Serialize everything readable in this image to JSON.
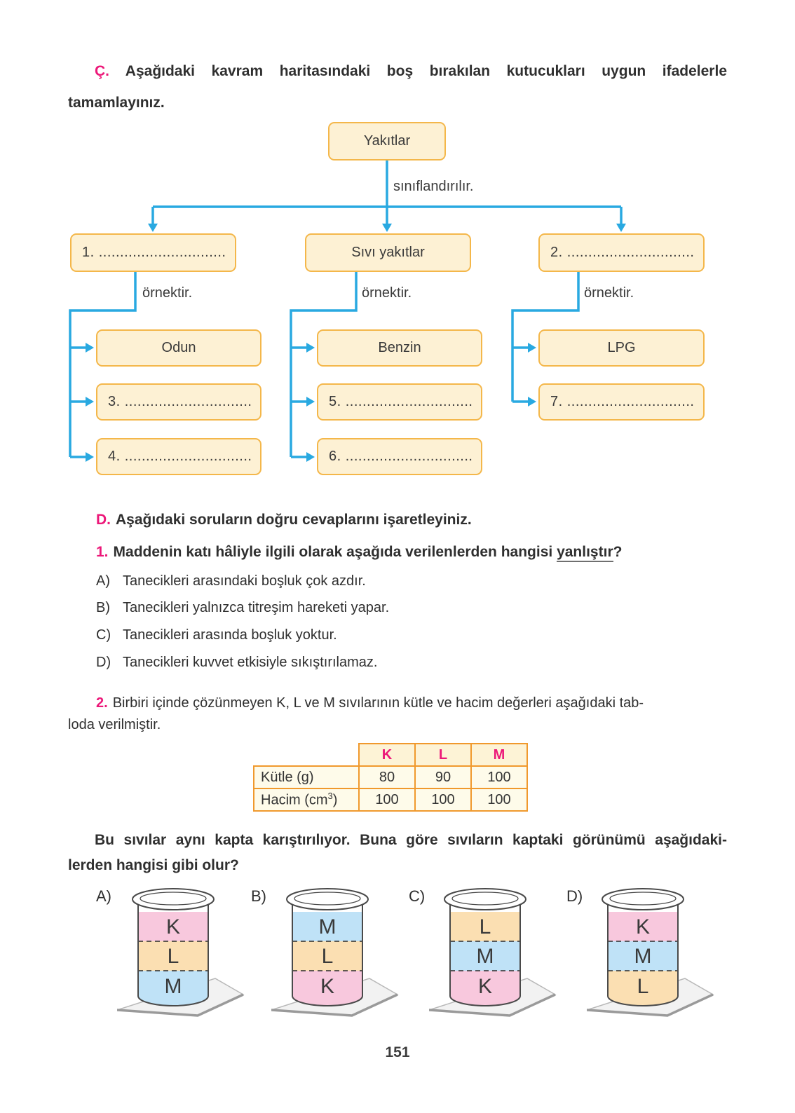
{
  "page": {
    "number": "151"
  },
  "colors": {
    "accent_blue": "#29a9e1",
    "magenta": "#ec1879",
    "box_fill": "#fdf1d4",
    "box_border": "#f4b74a",
    "table_border": "#f0992d",
    "liquid_K": "#f8c8dd",
    "liquid_L": "#fbdfb2",
    "liquid_M": "#bfe2f7"
  },
  "section_c": {
    "label": "Ç.",
    "title_line1": "Aşağıdaki kavram haritasındaki boş bırakılan kutucukları uygun ifadelerle",
    "title_line2": "tamamlayınız.",
    "concept_map": {
      "root": "Yakıtlar",
      "root_edge_label": "sınıflandırılır.",
      "example_edge_label": "örnektir.",
      "branches": [
        {
          "title": "1. ..............................",
          "children": [
            "Odun",
            "3. ..............................",
            "4. .............................."
          ]
        },
        {
          "title": "Sıvı yakıtlar",
          "children": [
            "Benzin",
            "5. ..............................",
            "6. .............................."
          ]
        },
        {
          "title": "2. ..............................",
          "children": [
            "LPG",
            "7. .............................."
          ]
        }
      ]
    }
  },
  "section_d": {
    "label": "D.",
    "heading": "Aşağıdaki soruların doğru cevaplarını işaretleyiniz.",
    "q1": {
      "number": "1.",
      "text_before": "Maddenin katı hâliyle ilgili olarak aşağıda verilenlerden hangisi",
      "underlined": "yanlıştır",
      "text_after": "?",
      "options": [
        {
          "letter": "A)",
          "text": "Tanecikleri arasındaki boşluk çok azdır."
        },
        {
          "letter": "B)",
          "text": "Tanecikleri yalnızca titreşim hareketi yapar."
        },
        {
          "letter": "C)",
          "text": "Tanecikleri arasında boşluk yoktur."
        },
        {
          "letter": "D)",
          "text": "Tanecikleri kuvvet etkisiyle sıkıştırılamaz."
        }
      ]
    },
    "q2": {
      "number": "2.",
      "intro_line1": "Birbiri içinde çözünmeyen K, L ve M sıvılarının kütle ve hacim değerleri aşağıdaki tab-",
      "intro_line2": "loda verilmiştir.",
      "table": {
        "col_headers": [
          "K",
          "L",
          "M"
        ],
        "row1": {
          "header": "Kütle (g)",
          "values": [
            "80",
            "90",
            "100"
          ]
        },
        "row2": {
          "header_base": "Hacim (cm",
          "header_sup": "3",
          "header_end": ")",
          "values": [
            "100",
            "100",
            "100"
          ]
        }
      },
      "prompt_line1": "Bu sıvılar aynı kapta karıştırılıyor. Buna göre sıvıların kaptaki görünümü aşağıdaki-",
      "prompt_line2": "lerden hangisi gibi olur?",
      "choices": [
        {
          "label": "A)",
          "layers": [
            "K",
            "L",
            "M"
          ],
          "colors": [
            "#f8c8dd",
            "#fbdfb2",
            "#bfe2f7"
          ]
        },
        {
          "label": "B)",
          "layers": [
            "M",
            "L",
            "K"
          ],
          "colors": [
            "#bfe2f7",
            "#fbdfb2",
            "#f8c8dd"
          ]
        },
        {
          "label": "C)",
          "layers": [
            "L",
            "M",
            "K"
          ],
          "colors": [
            "#fbdfb2",
            "#bfe2f7",
            "#f8c8dd"
          ]
        },
        {
          "label": "D)",
          "layers": [
            "K",
            "M",
            "L"
          ],
          "colors": [
            "#f8c8dd",
            "#bfe2f7",
            "#fbdfb2"
          ]
        }
      ]
    }
  }
}
